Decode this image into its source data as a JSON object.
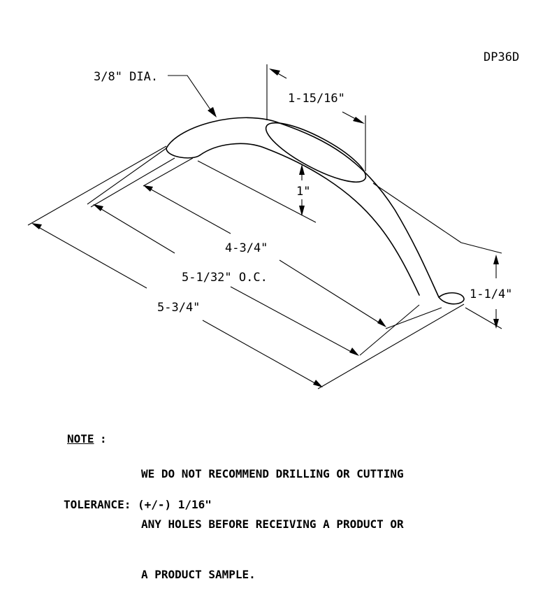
{
  "part_number": "DP36D",
  "dimensions": {
    "diameter": "3/8\" DIA.",
    "top_flat": "1-15/16\"",
    "depth": "1\"",
    "inner_length": "4-3/4\"",
    "center_to_center": "5-1/32\" O.C.",
    "overall_length": "5-3/4\"",
    "height": "1-1/4\""
  },
  "note": {
    "label": "NOTE",
    "lines": [
      "WE DO NOT RECOMMEND DRILLING OR CUTTING",
      "ANY HOLES BEFORE RECEIVING A PRODUCT OR",
      "A PRODUCT SAMPLE."
    ]
  },
  "tolerance": "TOLERANCE: (+/-) 1/16\""
}
